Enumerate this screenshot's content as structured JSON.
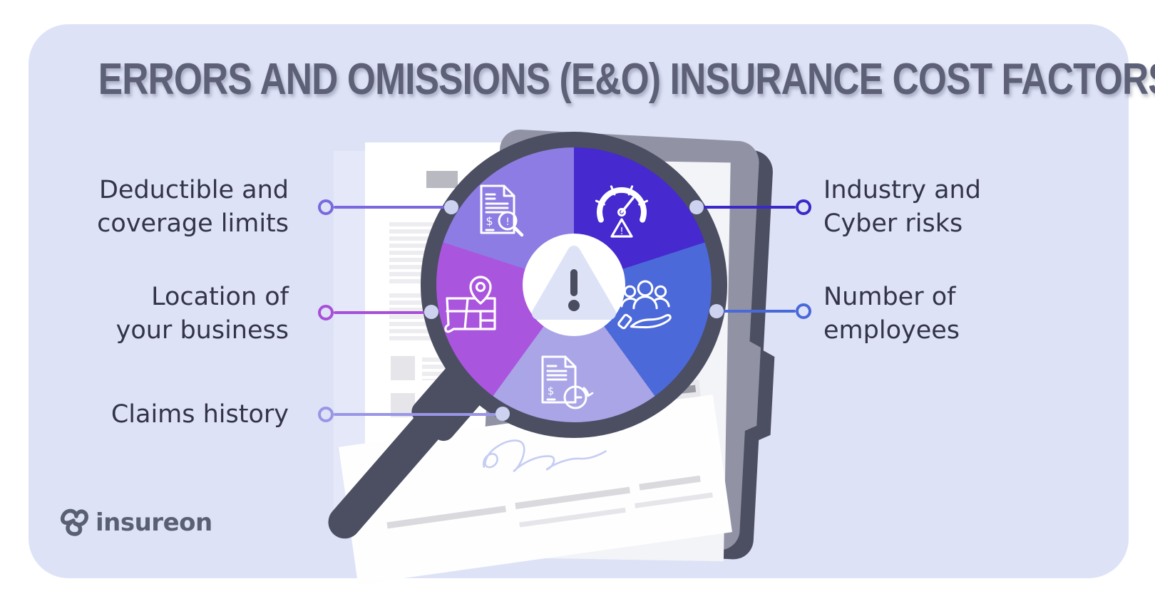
{
  "page": {
    "background": "#ffffff",
    "card_color": "#dde2f6"
  },
  "title": {
    "text": "ERRORS AND OMISSIONS (E&O) INSURANCE COST FACTORS",
    "color": "#5d6076"
  },
  "brand": {
    "name": "insureon",
    "color": "#5a6073"
  },
  "glyphs": {
    "dollar": "$",
    "exclamation": "!"
  },
  "wheel": {
    "ring_color": "#4c4e62",
    "center_background": "#ffffff",
    "center_icon": "warning-triangle-icon",
    "triangle_color": "#dde2f6",
    "exclamation_color": "#4a4c5f",
    "segment_angle_degrees": 72
  },
  "factors": [
    {
      "id": "industry-and-cyber-risks",
      "label": "Industry and\nCyber risks",
      "side": "right",
      "line_color": "#3a28c7",
      "segment_color": "#4629cf",
      "icon": "gauge-warning-icon"
    },
    {
      "id": "number-of-employees",
      "label": "Number of\nemployees",
      "side": "right",
      "line_color": "#4a69d9",
      "segment_color": "#4c69d9",
      "icon": "people-hand-icon"
    },
    {
      "id": "claims-history",
      "label": "Claims history",
      "side": "left",
      "line_color": "#9a95e6",
      "segment_color": "#a9a5e7",
      "icon": "document-clock-icon"
    },
    {
      "id": "location-of-your-business",
      "label": "Location of\nyour business",
      "side": "left",
      "line_color": "#a84fd8",
      "segment_color": "#aa55de",
      "icon": "map-pin-icon"
    },
    {
      "id": "deductible-and-coverage-limits",
      "label": "Deductible and\ncoverage limits",
      "side": "left",
      "line_color": "#7a69de",
      "segment_color": "#8c7ce3",
      "icon": "document-search-icon"
    }
  ]
}
